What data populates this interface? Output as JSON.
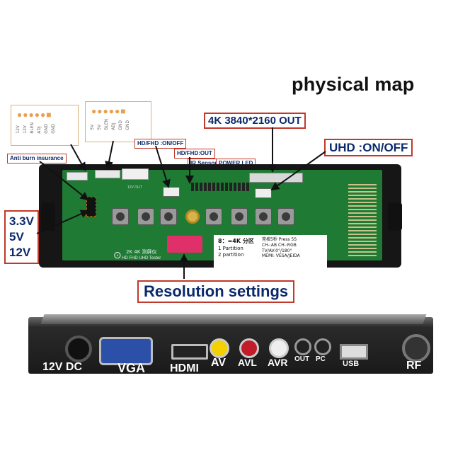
{
  "title": "physical map",
  "callouts": {
    "out4k": "4K 3840*2160 OUT",
    "uhd": "UHD :ON/OFF",
    "hd_fhd_onoff": "HD/FHD :ON/OFF",
    "hd_fhd_out": "HD/FHD:OUT",
    "ir_sensor": "IR Sensor",
    "power_led": "POWER LED",
    "anti_burn": "Anti burn insurance",
    "voltages": [
      "3.3V",
      "5V",
      "12V"
    ],
    "resolution": "Resolution settings"
  },
  "pin_headers": [
    {
      "dots": "●●●●●■",
      "pins": [
        "12V",
        "12V",
        "BLEN",
        "ADJ",
        "GND",
        "GND"
      ]
    },
    {
      "dots": "●●●●●■",
      "pins": [
        "5V",
        "5V",
        "BLEN",
        "ADJ",
        "GND",
        "GND"
      ]
    }
  ],
  "board": {
    "silkscreen": "2K 4K 测屏仪",
    "silkscreen2": "HD FHD UHD Tester",
    "connector_label": "12V OUT",
    "info": {
      "line1": "8：=4K 分区",
      "line2": "1 Partition",
      "line3": "2 partition",
      "right1": "常按5秒 Press 5S",
      "right2": "CH-:AB  CH-:RGB",
      "right3": "TV/AV:0°/180°",
      "right4": "MEMI: VESA/JEIDA"
    }
  },
  "ports": [
    "12V DC",
    "VGA",
    "HDMI",
    "AV",
    "AVL",
    "AVR",
    "OUT",
    "PC",
    "USB",
    "RF"
  ],
  "colors": {
    "callout_border": "#c0392b",
    "callout_text": "#0b2a6b",
    "pcb": "#1f7a34"
  }
}
